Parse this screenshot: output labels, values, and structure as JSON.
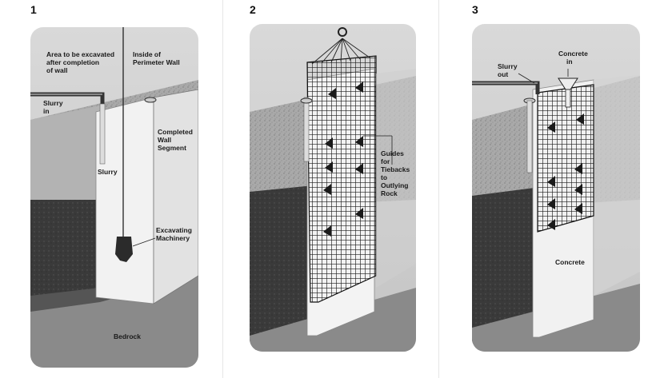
{
  "panels": [
    {
      "number": "1",
      "labels": {
        "area_line1": "Area to be excavated",
        "area_line2": "after completion",
        "area_line3": "of wall",
        "inside_line1": "Inside of",
        "inside_line2": "Perimeter Wall",
        "slurry_in_line1": "Slurry",
        "slurry_in_line2": "in",
        "completed_line1": "Completed",
        "completed_line2": "Wall",
        "completed_line3": "Segment",
        "slurry": "Slurry",
        "excavating_line1": "Excavating",
        "excavating_line2": "Machinery",
        "bedrock": "Bedrock"
      }
    },
    {
      "number": "2",
      "labels": {
        "guides_line1": "Guides",
        "guides_line2": "for",
        "guides_line3": "Tiebacks",
        "guides_line4": "to",
        "guides_line5": "Outlying",
        "guides_line6": "Rock"
      }
    },
    {
      "number": "3",
      "labels": {
        "slurry_out_line1": "Slurry",
        "slurry_out_line2": "out",
        "concrete_in_line1": "Concrete",
        "concrete_in_line2": "in",
        "concrete": "Concrete"
      }
    }
  ],
  "colors": {
    "soil_light": "#b9b9b9",
    "soil_dark": "#3d3d3d",
    "bedrock": "#8e8e8e",
    "slurry": "#f4f4f4",
    "rebar": "#1e1e1e",
    "sky": "#d2d2d2"
  }
}
